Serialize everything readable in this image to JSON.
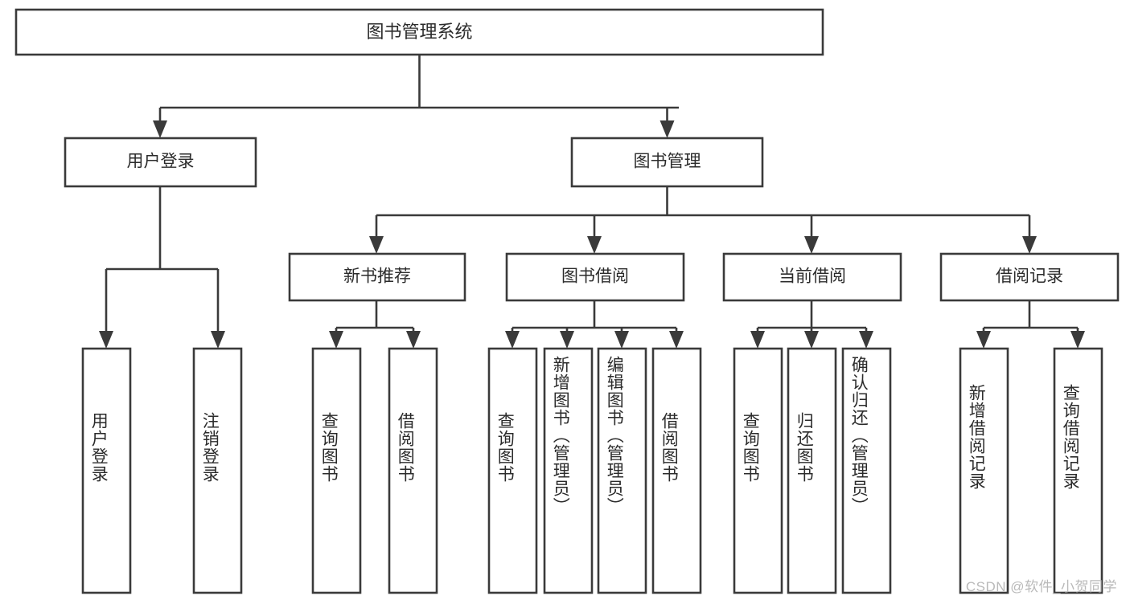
{
  "diagram": {
    "type": "tree-hierarchy",
    "title": "图书管理系统",
    "watermark": "CSDN @软件_小贺同学",
    "colors": {
      "stroke": "#3a3a3a",
      "fill": "#ffffff",
      "text": "#2b2b2b",
      "watermark": "#b9b9b9",
      "background": "#ffffff"
    },
    "root": {
      "label": "图书管理系统"
    },
    "level1": [
      {
        "id": "user-login",
        "label": "用户登录"
      },
      {
        "id": "book-management",
        "label": "图书管理"
      }
    ],
    "level2": [
      {
        "id": "new-book-recommend",
        "label": "新书推荐",
        "parent": "book-management"
      },
      {
        "id": "book-borrow",
        "label": "图书借阅",
        "parent": "book-management"
      },
      {
        "id": "current-borrow",
        "label": "当前借阅",
        "parent": "book-management"
      },
      {
        "id": "borrow-record",
        "label": "借阅记录",
        "parent": "book-management"
      }
    ],
    "leaves": [
      {
        "id": "leaf-user-login",
        "label": "用户登录",
        "parent": "user-login"
      },
      {
        "id": "leaf-logout-login",
        "label": "注销登录",
        "parent": "user-login"
      },
      {
        "id": "leaf-query-book-1",
        "label": "查询图书",
        "parent": "new-book-recommend"
      },
      {
        "id": "leaf-borrow-book-1",
        "label": "借阅图书",
        "parent": "new-book-recommend"
      },
      {
        "id": "leaf-query-book-2",
        "label": "查询图书",
        "parent": "book-borrow"
      },
      {
        "id": "leaf-add-book",
        "label": "新增图书（管理员）",
        "parent": "book-borrow"
      },
      {
        "id": "leaf-edit-book",
        "label": "编辑图书（管理员）",
        "parent": "book-borrow"
      },
      {
        "id": "leaf-borrow-book-2",
        "label": "借阅图书",
        "parent": "book-borrow"
      },
      {
        "id": "leaf-query-book-3",
        "label": "查询图书",
        "parent": "current-borrow"
      },
      {
        "id": "leaf-return-book",
        "label": "归还图书",
        "parent": "current-borrow"
      },
      {
        "id": "leaf-confirm-return",
        "label": "确认归还（管理员）",
        "parent": "current-borrow"
      },
      {
        "id": "leaf-add-record",
        "label": "新增借阅记录",
        "parent": "borrow-record"
      },
      {
        "id": "leaf-query-record",
        "label": "查询借阅记录",
        "parent": "borrow-record"
      }
    ]
  }
}
